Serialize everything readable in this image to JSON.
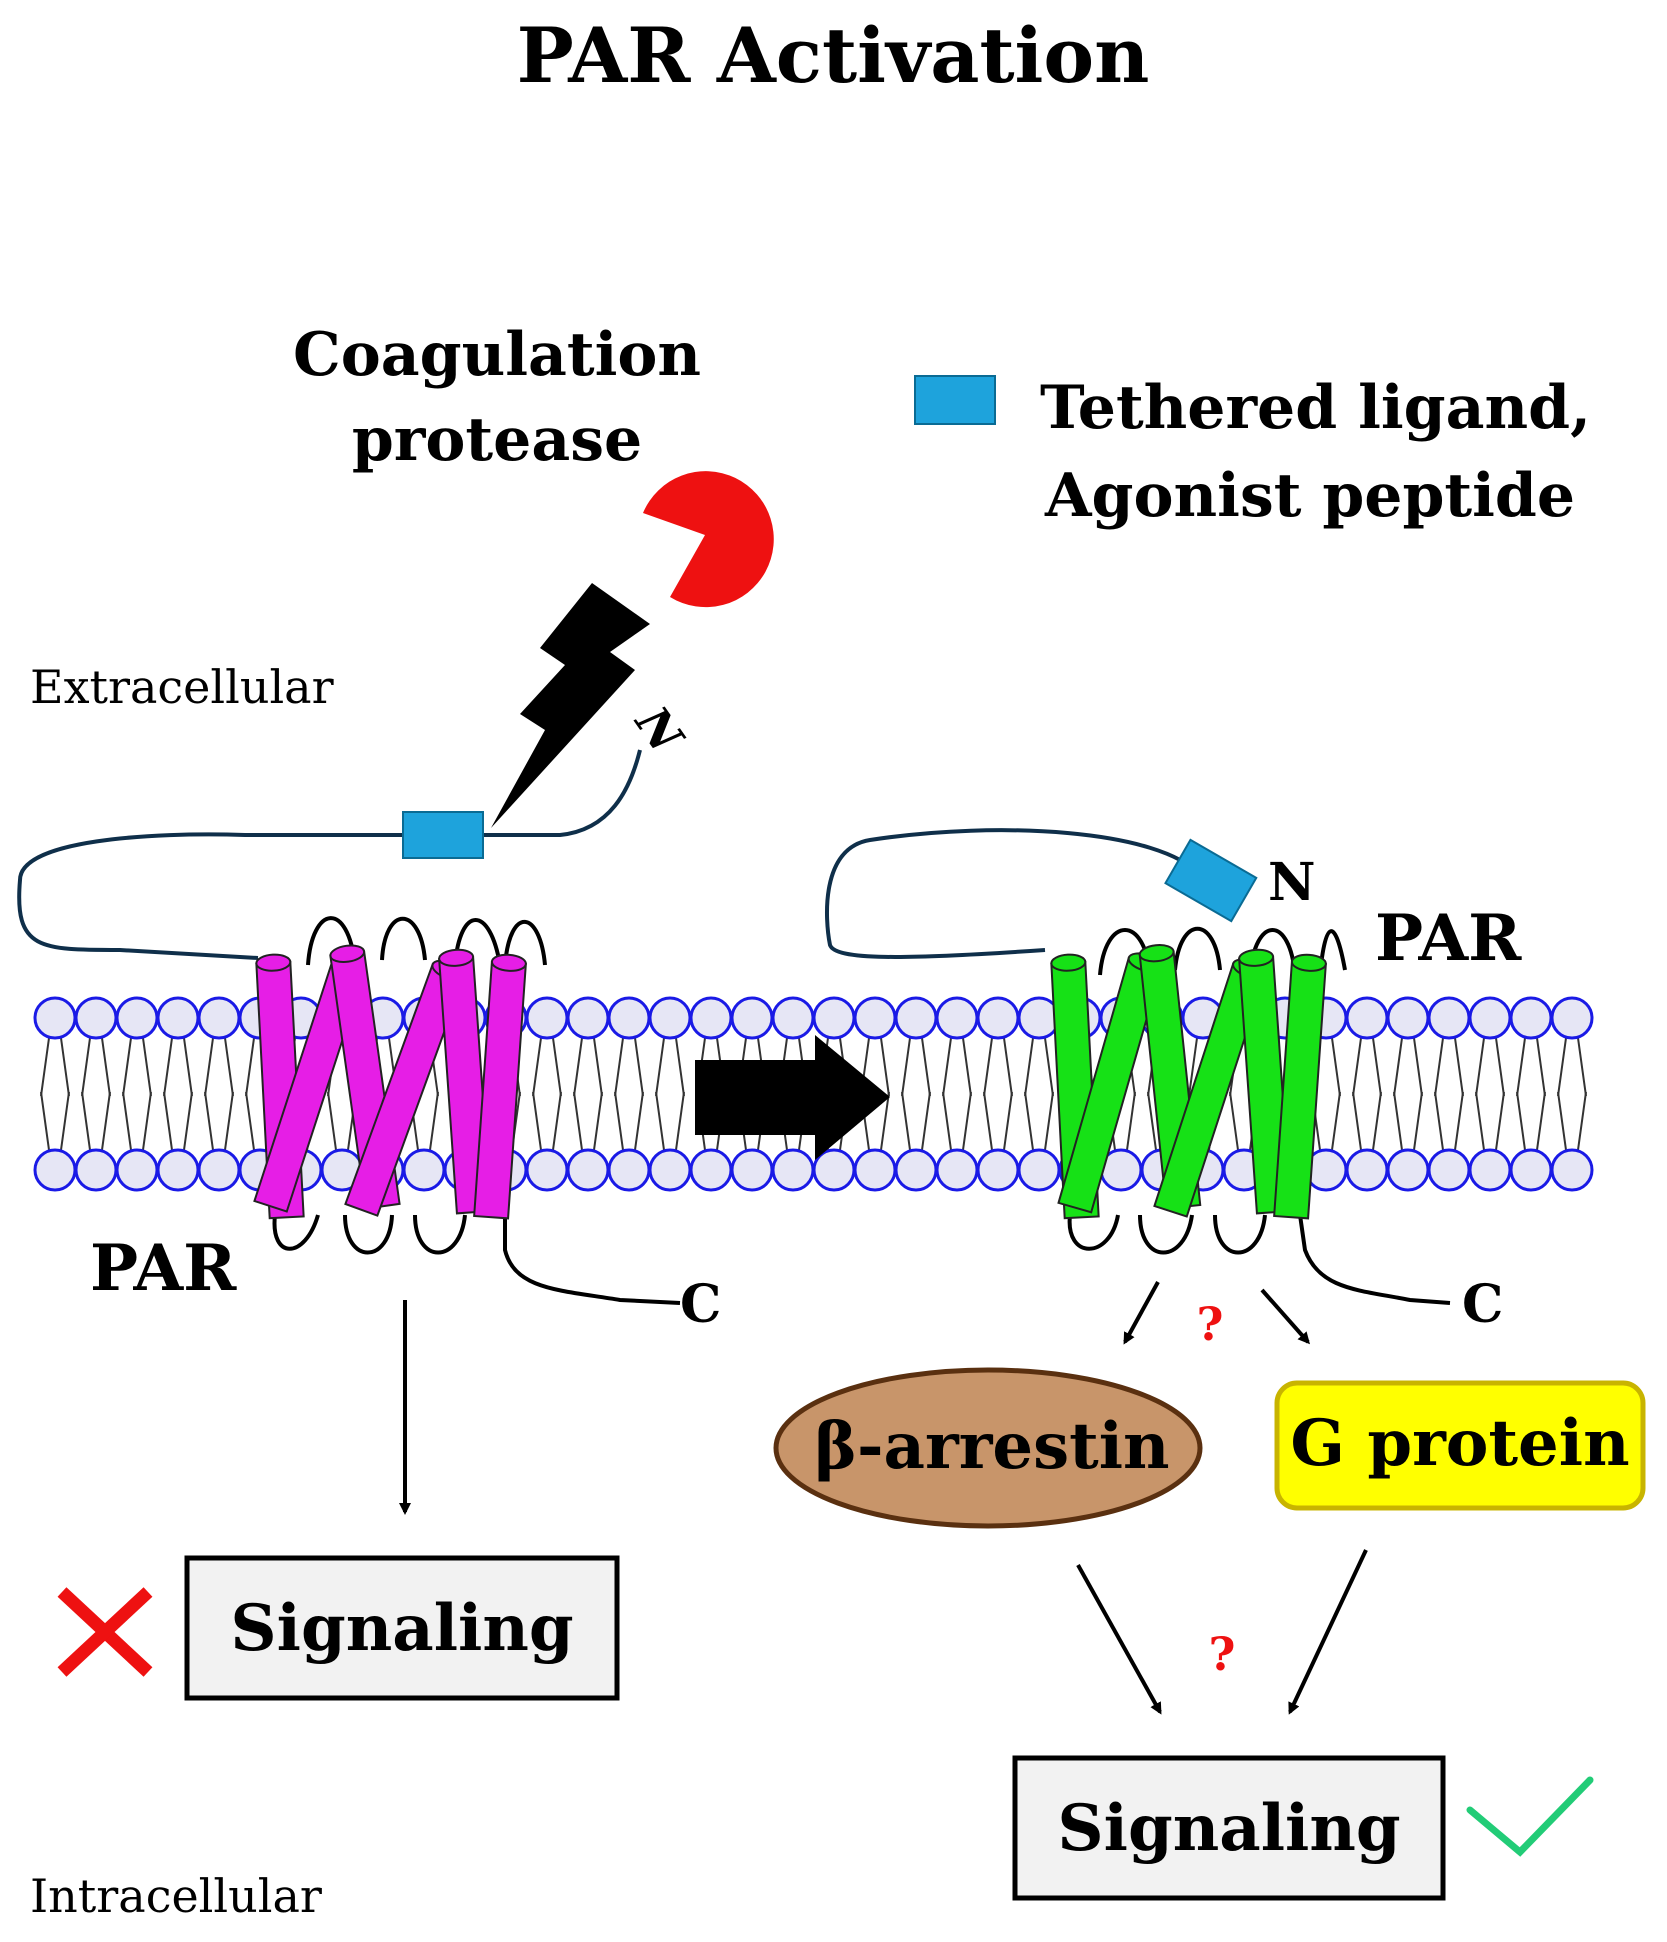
{
  "title": "PAR Activation",
  "protease_label_line1": "Coagulation",
  "protease_label_line2": "protease",
  "legend": {
    "line1": "Tethered ligand,",
    "line2": "Agonist peptide",
    "color": "#1ea3dc"
  },
  "regions": {
    "extracellular": "Extracellular",
    "intracellular": "Intracellular"
  },
  "left_receptor": {
    "label": "PAR",
    "n_label": "N",
    "c_label": "C",
    "color": "#e61ee6",
    "outcome": "Signaling",
    "outcome_mark": "blocked-x-icon"
  },
  "right_receptor": {
    "label": "PAR",
    "n_label": "N",
    "c_label": "C",
    "color": "#16e116",
    "question_mark": "?",
    "beta_arrestin": "β-arrestin",
    "g_protein": "G protein",
    "question_mark_2": "?",
    "outcome": "Signaling",
    "outcome_mark": "check-icon"
  },
  "colors": {
    "protease": "#ee1111",
    "lipid_head_fill": "#e6e6f5",
    "lipid_head_stroke": "#1a1ae6",
    "beta_arrestin_fill": "#c8956a",
    "beta_arrestin_stroke": "#5a3010",
    "g_protein_fill": "#ffff00",
    "g_protein_stroke": "#c8b400",
    "x_mark": "#ee1111",
    "check_mark": "#22cc77",
    "question": "#ee1111"
  }
}
